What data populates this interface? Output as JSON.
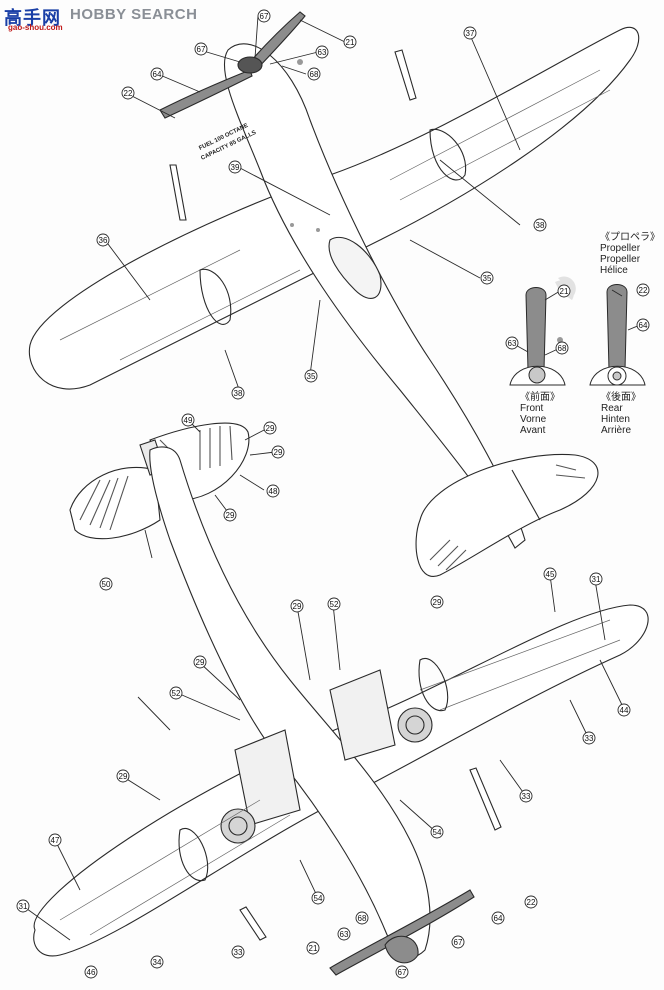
{
  "watermark": {
    "cn_text": "高手网",
    "url": "gao-shou.com",
    "brand": "HOBBY SEARCH"
  },
  "stencil": "FUEL 100 OCTANE\nCAPACITY 85 GALLS",
  "propeller_legend": {
    "heading_jp": "《プロペラ》",
    "heading": [
      "Propeller",
      "Propeller",
      "Hélice"
    ],
    "front_jp": "《前面》",
    "front": [
      "Front",
      "Vorne",
      "Avant"
    ],
    "rear_jp": "《後面》",
    "rear": [
      "Rear",
      "Hinten",
      "Arrière"
    ]
  },
  "colors": {
    "line": "#2a2a2a",
    "paint": "#8c8c8c",
    "light": "#c8c8c8"
  },
  "callouts": {
    "top_view": [
      "67",
      "63",
      "68",
      "67",
      "21",
      "64",
      "22",
      "37",
      "39",
      "38",
      "36",
      "35",
      "35",
      "38"
    ],
    "propeller_front": [
      "21",
      "63",
      "68"
    ],
    "propeller_rear": [
      "22",
      "64"
    ],
    "tail": [
      "49",
      "29",
      "48",
      "29",
      "29",
      "50"
    ],
    "bottom_view": [
      "45",
      "31",
      "29",
      "29",
      "52",
      "29",
      "52",
      "29",
      "44",
      "33",
      "33",
      "47",
      "54",
      "54",
      "31",
      "68",
      "63",
      "67",
      "67",
      "64",
      "22",
      "21",
      "33",
      "34",
      "46"
    ]
  }
}
